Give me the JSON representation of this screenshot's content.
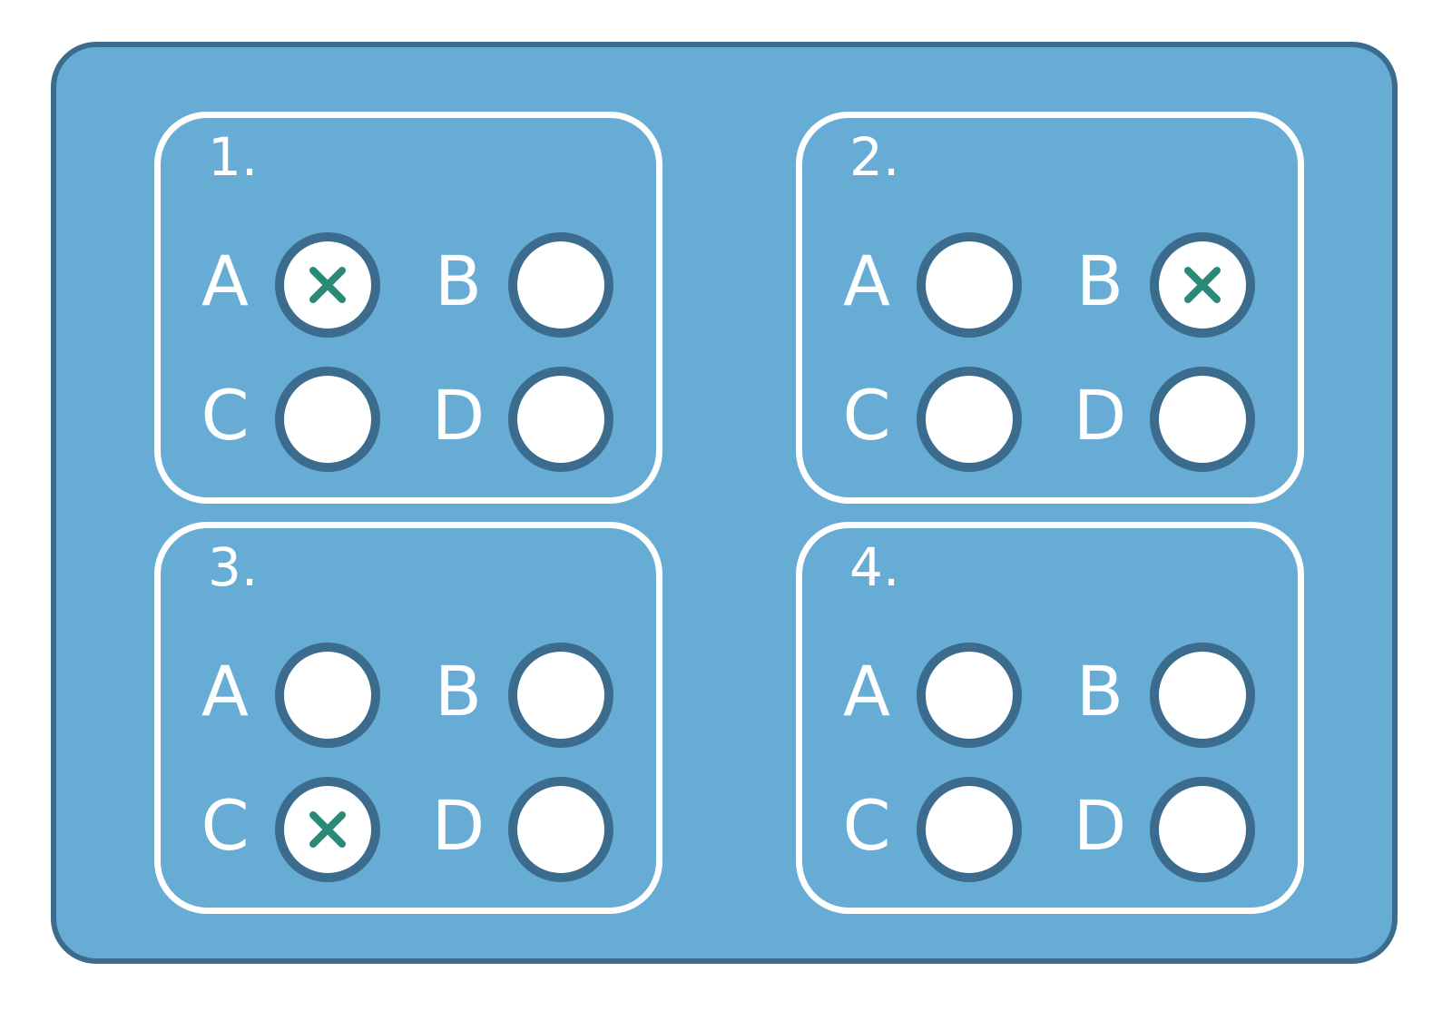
{
  "colors": {
    "sheet_fill": "#67acd5",
    "sheet_border": "#3b6c8d",
    "box_border": "#ffffff",
    "bubble_fill": "#ffffff",
    "bubble_border": "#3b6c8d",
    "mark": "#2a8a77"
  },
  "mark_icon": "x-mark-icon",
  "questions": [
    {
      "number": "1.",
      "options": [
        {
          "letter": "A",
          "marked": true
        },
        {
          "letter": "B",
          "marked": false
        },
        {
          "letter": "C",
          "marked": false
        },
        {
          "letter": "D",
          "marked": false
        }
      ]
    },
    {
      "number": "2.",
      "options": [
        {
          "letter": "A",
          "marked": false
        },
        {
          "letter": "B",
          "marked": true
        },
        {
          "letter": "C",
          "marked": false
        },
        {
          "letter": "D",
          "marked": false
        }
      ]
    },
    {
      "number": "3.",
      "options": [
        {
          "letter": "A",
          "marked": false
        },
        {
          "letter": "B",
          "marked": false
        },
        {
          "letter": "C",
          "marked": true
        },
        {
          "letter": "D",
          "marked": false
        }
      ]
    },
    {
      "number": "4.",
      "options": [
        {
          "letter": "A",
          "marked": false
        },
        {
          "letter": "B",
          "marked": false
        },
        {
          "letter": "C",
          "marked": false
        },
        {
          "letter": "D",
          "marked": false
        }
      ]
    }
  ]
}
